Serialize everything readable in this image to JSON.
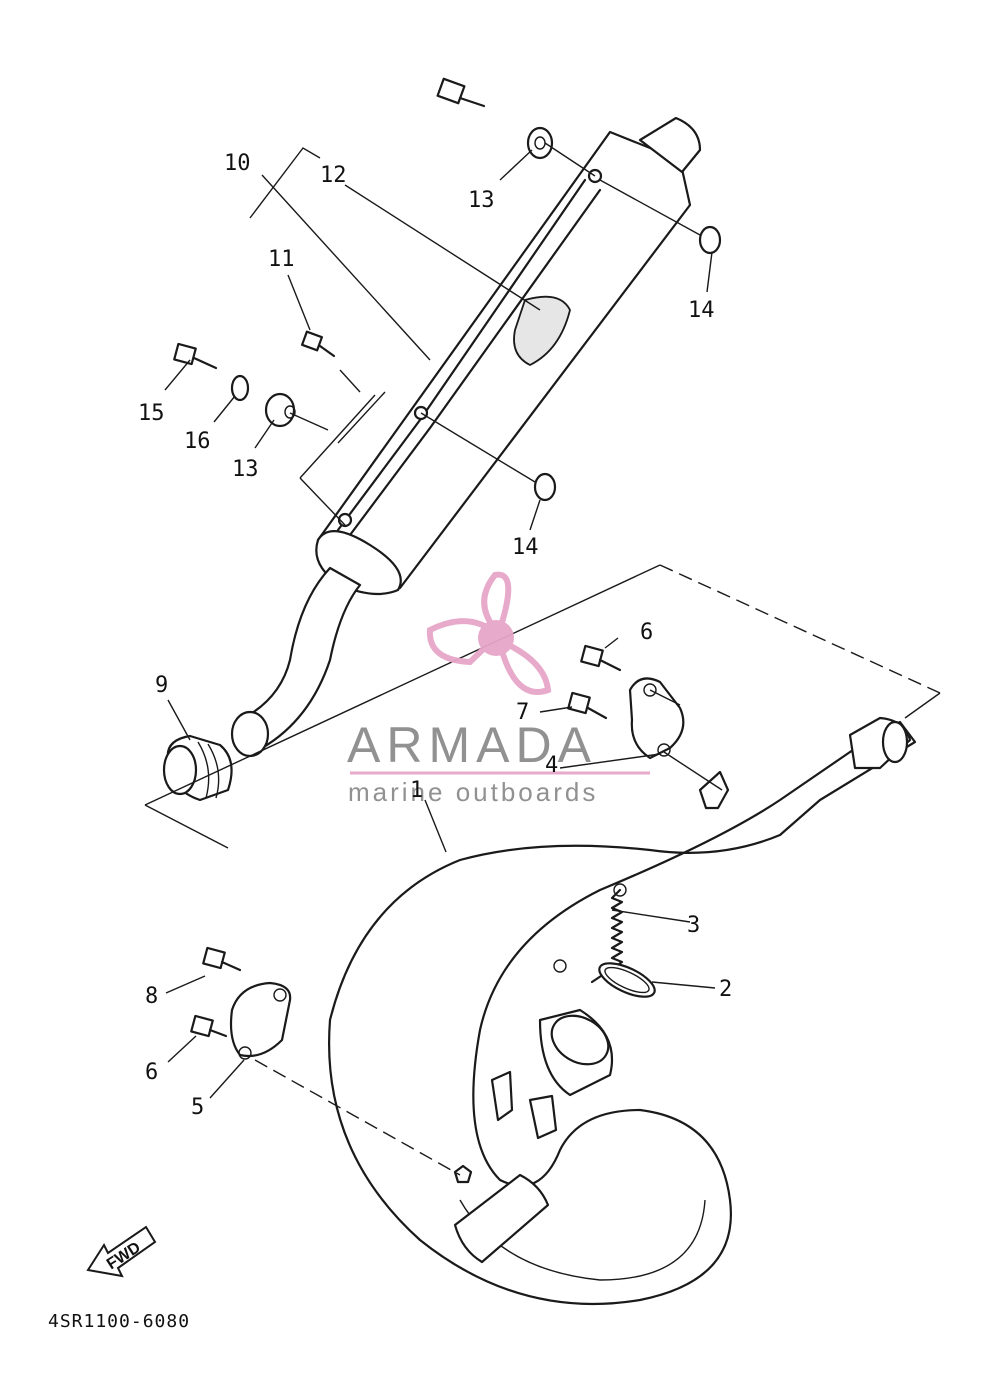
{
  "labels": {
    "p1": "1",
    "p2": "2",
    "p3": "3",
    "p4": "4",
    "p5": "5",
    "p6a": "6",
    "p6b": "6",
    "p7": "7",
    "p8": "8",
    "p9": "9",
    "p10": "10",
    "p11": "11",
    "p12": "12",
    "p13a": "13",
    "p13b": "13",
    "p14a": "14",
    "p14b": "14",
    "p15": "15",
    "p16": "16"
  },
  "drawing_code": "4SR1100-6080",
  "fwd_arrow": "FWD",
  "watermark": {
    "title": "ARMADA",
    "subtitle": "marine outboards",
    "logo_color": "#e7a6c8"
  }
}
